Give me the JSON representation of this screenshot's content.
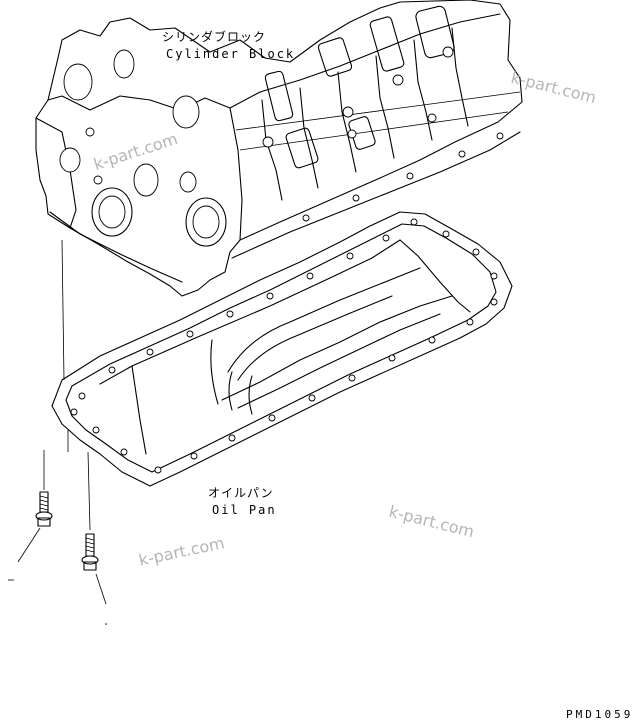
{
  "labels": {
    "cylinder_block_jp": "シリンダブロック",
    "cylinder_block_en": "Cylinder Block",
    "oil_pan_jp": "オイルパン",
    "oil_pan_en": "Oil Pan",
    "ref_code": "PMD1059"
  },
  "watermarks": [
    "k-part.com",
    "k-part.com",
    "k-part.com",
    "k-part.com"
  ],
  "colors": {
    "line": "#000000",
    "watermark": "#b5b5b5",
    "background": "#ffffff"
  }
}
